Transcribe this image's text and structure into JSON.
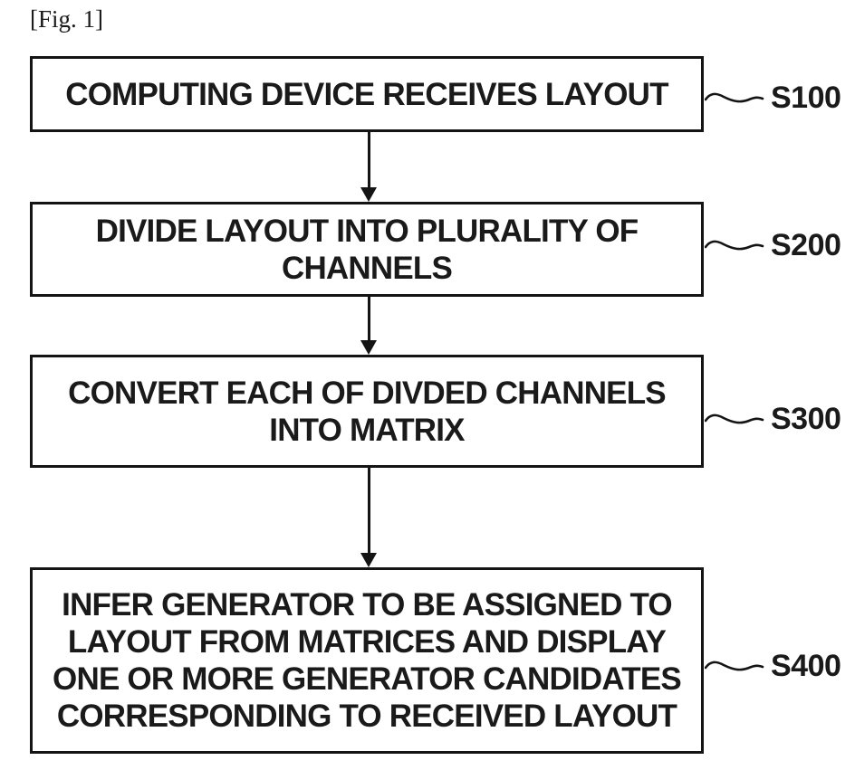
{
  "figure_label": "[Fig. 1]",
  "diagram": {
    "type": "flowchart",
    "colors": {
      "line": "#141414",
      "text": "#1a1a1a",
      "background": "#ffffff"
    },
    "steps": [
      {
        "id": "S100",
        "lines": [
          "COMPUTING DEVICE RECEIVES LAYOUT"
        ]
      },
      {
        "id": "S200",
        "lines": [
          "DIVIDE LAYOUT INTO PLURALITY OF",
          "CHANNELS"
        ]
      },
      {
        "id": "S300",
        "lines": [
          "CONVERT EACH OF DIVDED CHANNELS",
          "INTO MATRIX"
        ]
      },
      {
        "id": "S400",
        "lines": [
          "INFER GENERATOR TO BE ASSIGNED TO",
          "LAYOUT FROM MATRICES AND DISPLAY",
          "ONE OR MORE GENERATOR CANDIDATES",
          "CORRESPONDING TO RECEIVED LAYOUT"
        ]
      }
    ]
  }
}
